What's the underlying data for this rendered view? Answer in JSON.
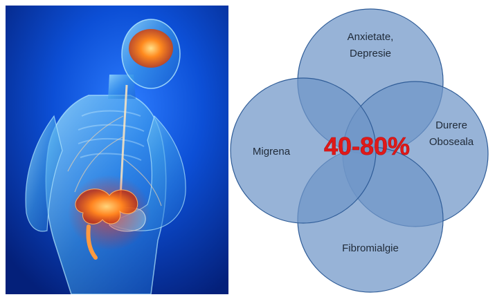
{
  "illustration": {
    "subject": "human-body-anatomy",
    "highlights": [
      "brain",
      "spinal-cord",
      "intestines"
    ],
    "colors": {
      "background": "#0a3fb0",
      "body_glow": "#7fd0ff",
      "organ_glow": "#ff8a1e"
    }
  },
  "venn": {
    "circles": [
      {
        "label_lines": [
          "Anxietate,",
          "Depresie"
        ]
      },
      {
        "label_lines": [
          "Durere",
          "Oboseala"
        ]
      },
      {
        "label_lines": [
          "Fibromialgie"
        ]
      },
      {
        "label_lines": [
          "Migrena"
        ]
      }
    ],
    "center_value": "40-80%",
    "colors": {
      "circle_fill": "#6f95c7",
      "circle_stroke": "#2f5c97",
      "center_text": "#e01919"
    }
  }
}
